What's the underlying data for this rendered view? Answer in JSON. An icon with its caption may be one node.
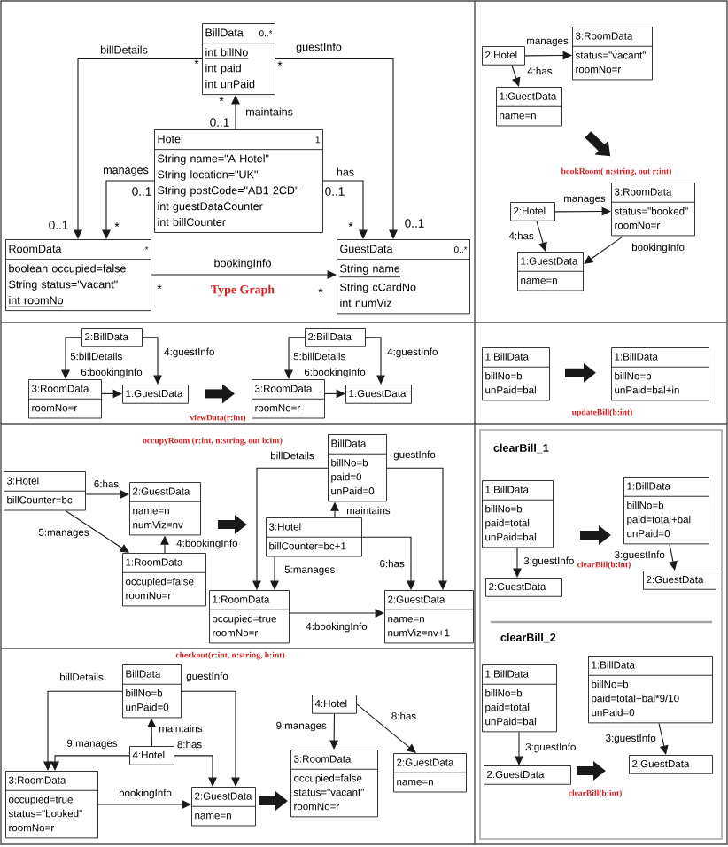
{
  "diagram": {
    "nodes": [
      {
        "text": [
          "BillData",
          "0..*",
          "int billNo",
          "int paid",
          "int unPaid"
        ]
      },
      {
        "text": [
          "Hotel",
          "1",
          "String name=\"A Hotel\"",
          "String location=\"UK\"",
          "String postCode=\"AB1 2CD\"",
          "int guestDataCounter",
          "int billCounter"
        ]
      },
      {
        "text": [
          "RoomData",
          "*",
          "boolean occupied=false",
          "String status=\"vacant\"",
          "int roomNo"
        ]
      },
      {
        "text": [
          "GuestData",
          "0..*",
          "String name",
          "String cCardNo",
          "int numViz"
        ]
      },
      {
        "text": [
          "2:Hotel"
        ]
      },
      {
        "text": [
          "3:RoomData",
          "status=\"vacant\"",
          "roomNo=r"
        ]
      },
      {
        "text": [
          "1:GuestData",
          "name=n"
        ]
      },
      {
        "text": [
          "2:Hotel"
        ]
      },
      {
        "text": [
          "3:RoomData",
          "status=\"booked\"",
          "roomNo=r"
        ]
      },
      {
        "text": [
          "1:GuestData",
          "name=n"
        ]
      },
      {
        "text": [
          "2:BillData"
        ]
      },
      {
        "text": [
          "3:RoomData",
          "roomNo=r"
        ]
      },
      {
        "text": [
          "1:GuestData"
        ]
      },
      {
        "text": [
          "2:BillData"
        ]
      },
      {
        "text": [
          "3:RoomData",
          "roomNo=r"
        ]
      },
      {
        "text": [
          "1:GuestData"
        ]
      },
      {
        "text": [
          "1:BillData",
          "billNo=b",
          "unPaid=bal"
        ]
      },
      {
        "text": [
          "1:BillData",
          "billNo=b",
          "unPaid=bal+in"
        ]
      },
      {
        "text": [
          "3:Hotel",
          "billCounter=bc"
        ]
      },
      {
        "text": [
          "2:GuestData",
          "name=n",
          "numViz=nv"
        ]
      },
      {
        "text": [
          "1:RoomData",
          "occupied=false",
          "roomNo=r"
        ]
      },
      {
        "text": [
          "BillData",
          "billNo=b",
          "paid=0",
          "unPaid=0"
        ]
      },
      {
        "text": [
          "3:Hotel",
          "billCounter=bc+1"
        ]
      },
      {
        "text": [
          "1:RoomData",
          "occupied=true",
          "roomNo=r"
        ]
      },
      {
        "text": [
          "2:GuestData",
          "name=n",
          "numViz=nv+1"
        ]
      },
      {
        "text": [
          "1:BillData",
          "billNo=b",
          "paid=total",
          "unPaid=bal"
        ]
      },
      {
        "text": [
          "2:GuestData"
        ]
      },
      {
        "text": [
          "1:BillData",
          "billNo=b",
          "paid=total+bal",
          "unPaid=0"
        ]
      },
      {
        "text": [
          "2:GuestData"
        ]
      },
      {
        "text": [
          "1:BillData",
          "billNo=b",
          "paid=total",
          "unPaid=bal"
        ]
      },
      {
        "text": [
          "2:GuestData"
        ]
      },
      {
        "text": [
          "1:BillData",
          "billNo=b",
          "paid=total+bal*9/10",
          "unPaid=0"
        ]
      },
      {
        "text": [
          "2:GuestData"
        ]
      },
      {
        "text": [
          "BillData",
          "billNo=b",
          "unPaid=0"
        ]
      },
      {
        "text": [
          "4:Hotel"
        ]
      },
      {
        "text": [
          "3:RoomData",
          "occupied=true",
          "status=\"booked\"",
          "roomNo=r"
        ]
      },
      {
        "text": [
          "2:GuestData",
          "name=n"
        ]
      },
      {
        "text": [
          "4:Hotel"
        ]
      },
      {
        "text": [
          "3:RoomData",
          "occupied=false",
          "status=\"vacant\"",
          "roomNo=r"
        ]
      },
      {
        "text": [
          "2:GuestData",
          "name=n"
        ]
      }
    ],
    "edges": [
      {
        "from": 0,
        "to": 2,
        "arrow": "to",
        "label": "billDetails"
      },
      {
        "from": 0,
        "to": 3,
        "arrow": "to",
        "label": "guestInfo"
      },
      {
        "from": 1,
        "to": 0,
        "arrow": "to",
        "label": "maintains"
      },
      {
        "from": 1,
        "to": 2,
        "arrow": "to",
        "label": "manages"
      },
      {
        "from": 1,
        "to": 3,
        "arrow": "to",
        "label": "has"
      },
      {
        "from": 2,
        "to": 3,
        "arrow": "to",
        "label": "bookingInfo"
      },
      {
        "from": 4,
        "to": 5,
        "arrow": "to",
        "label": "manages"
      },
      {
        "from": 4,
        "to": 6,
        "arrow": "to",
        "label": "4:has"
      },
      {
        "from": 7,
        "to": 8,
        "arrow": "to",
        "label": "manages"
      },
      {
        "from": 7,
        "to": 9,
        "arrow": "to",
        "label": "4:has"
      },
      {
        "from": 8,
        "to": 9,
        "arrow": "to",
        "label": "bookingInfo"
      },
      {
        "from": 10,
        "to": 11,
        "arrow": "to",
        "label": "5:billDetails"
      },
      {
        "from": 10,
        "to": 12,
        "arrow": "to",
        "label": "4:guestInfo"
      },
      {
        "from": 11,
        "to": 12,
        "arrow": "to",
        "label": "6:bookingInfo"
      },
      {
        "from": 13,
        "to": 14,
        "arrow": "to",
        "label": "5:billDetails"
      },
      {
        "from": 13,
        "to": 15,
        "arrow": "to",
        "label": "4:guestInfo"
      },
      {
        "from": 14,
        "to": 15,
        "arrow": "to",
        "label": "6:bookingInfo"
      },
      {
        "from": 18,
        "to": 19,
        "arrow": "to",
        "label": "6:has"
      },
      {
        "from": 18,
        "to": 20,
        "arrow": "to",
        "label": "5:manages"
      },
      {
        "from": 20,
        "to": 19,
        "arrow": "to",
        "label": "4:bookingInfo"
      },
      {
        "from": 21,
        "to": 23,
        "arrow": "to",
        "label": "billDetails"
      },
      {
        "from": 21,
        "to": 24,
        "arrow": "to",
        "label": "guestInfo"
      },
      {
        "from": 22,
        "to": 21,
        "arrow": "to",
        "label": "maintains"
      },
      {
        "from": 22,
        "to": 23,
        "arrow": "to",
        "label": "5:manages"
      },
      {
        "from": 22,
        "to": 24,
        "arrow": "to",
        "label": "6:has"
      },
      {
        "from": 23,
        "to": 24,
        "arrow": "to",
        "label": "4:bookingInfo"
      },
      {
        "from": 25,
        "to": 26,
        "arrow": "to",
        "label": "3:guestInfo"
      },
      {
        "from": 27,
        "to": 28,
        "arrow": "to",
        "label": "3:guestInfo"
      },
      {
        "from": 29,
        "to": 30,
        "arrow": "to",
        "label": "3:guestInfo"
      },
      {
        "from": 31,
        "to": 32,
        "arrow": "to",
        "label": "3:guestInfo"
      },
      {
        "from": 33,
        "to": 35,
        "arrow": "to",
        "label": "billDetails"
      },
      {
        "from": 33,
        "to": 36,
        "arrow": "to",
        "label": "guestInfo"
      },
      {
        "from": 34,
        "to": 33,
        "arrow": "to",
        "label": "maintains"
      },
      {
        "from": 34,
        "to": 35,
        "arrow": "to",
        "label": "9:manages"
      },
      {
        "from": 34,
        "to": 36,
        "arrow": "to",
        "label": "8:has"
      },
      {
        "from": 35,
        "to": 36,
        "arrow": "to",
        "label": "bookingInfo"
      },
      {
        "from": 37,
        "to": 38,
        "arrow": "to",
        "label": "9:manages"
      },
      {
        "from": 37,
        "to": 39,
        "arrow": "to",
        "label": "8:has"
      },
      {
        "from": 6,
        "to": 8,
        "arrow": "to",
        "style": "thick"
      },
      {
        "from": 12,
        "to": 14,
        "arrow": "to",
        "style": "thick"
      },
      {
        "from": 16,
        "to": 17,
        "arrow": "to",
        "style": "thick"
      },
      {
        "from": 19,
        "to": 22,
        "arrow": "to",
        "style": "thick"
      },
      {
        "from": 25,
        "to": 27,
        "arrow": "to",
        "style": "thick"
      },
      {
        "from": 30,
        "to": 32,
        "arrow": "to",
        "style": "thick"
      },
      {
        "from": 36,
        "to": 38,
        "arrow": "to",
        "style": "thick"
      }
    ],
    "labels": [
      "*",
      "*",
      "*",
      "0..1",
      "0..1",
      "0..1",
      "0..1",
      "*",
      "*",
      "0..1",
      "*",
      "*",
      "Type Graph",
      "bookRoom( n:string, out r:int)",
      "viewData(r:int)",
      "updateBill(b:int)",
      "occupyRoom (r:int, n:string, out b:int)",
      "clearBill_1",
      "clearBill(b:int)",
      "clearBill_2",
      "clearBill(b:int)",
      "checkout(r:int, n:string, b:int)"
    ]
  }
}
